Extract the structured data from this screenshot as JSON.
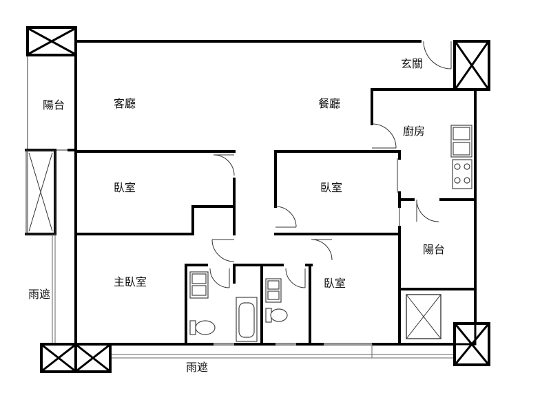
{
  "rooms": {
    "balcony_west": "陽台",
    "living_room": "客廳",
    "dining_room": "餐廳",
    "entrance": "玄關",
    "kitchen": "廚房",
    "bedroom_nw": "臥室",
    "bedroom_center": "臥室",
    "balcony_east": "陽台",
    "master_bedroom": "主臥室",
    "bedroom_south": "臥室",
    "awning_west": "雨遮",
    "awning_south": "雨遮"
  }
}
